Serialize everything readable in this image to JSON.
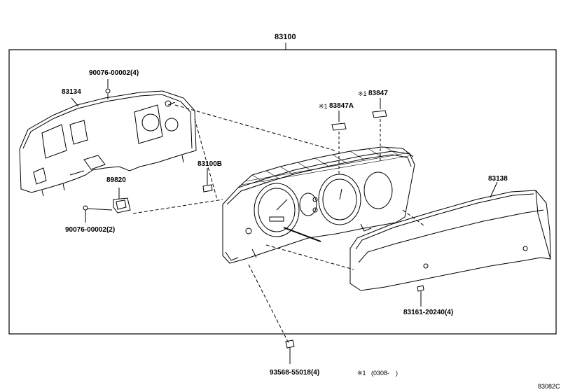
{
  "assembly": {
    "part_no": "83100"
  },
  "parts": {
    "p83134": "83134",
    "bolt_top": "90076-00002(4)",
    "p83847A": "83847A",
    "p83847": "83847",
    "note_mark_a": "※1",
    "note_mark_b": "※1",
    "p83100B": "83100B",
    "p89820": "89820",
    "bolt_left": "90076-00002(2)",
    "p83138": "83138",
    "p83161": "83161-20240(4)",
    "p93568": "93568-55018(4)"
  },
  "footnote": {
    "mark": "※1",
    "text": "(0308-　)"
  },
  "diagram_id": "83082C"
}
